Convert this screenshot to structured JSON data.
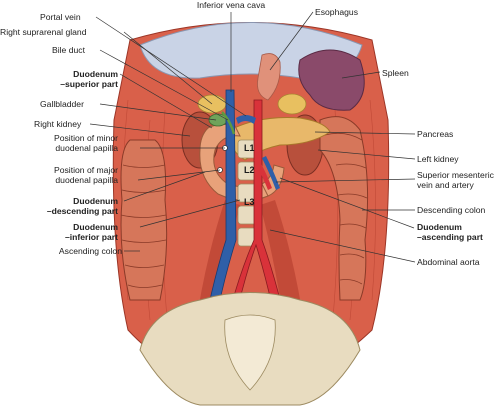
{
  "labels": {
    "inferior_vena_cava": "Inferior vena cava",
    "portal_vein": "Portal vein",
    "esophagus": "Esophagus",
    "right_suprarenal_gland": "Right suprarenal gland",
    "bile_duct": "Bile duct",
    "duodenum_superior_1": "Duodenum",
    "duodenum_superior_2": "–superior part",
    "spleen": "Spleen",
    "gallbladder": "Gallbladder",
    "right_kidney": "Right kidney",
    "minor_papilla_1": "Position of minor",
    "minor_papilla_2": "duodenal papilla",
    "pancreas": "Pancreas",
    "left_kidney": "Left kidney",
    "major_papilla_1": "Position of major",
    "major_papilla_2": "duodenal papilla",
    "sup_mesenteric_1": "Superior mesenteric",
    "sup_mesenteric_2": "vein and artery",
    "duodenum_descending_1": "Duodenum",
    "duodenum_descending_2": "–descending part",
    "descending_colon": "Descending colon",
    "duodenum_inferior_1": "Duodenum",
    "duodenum_inferior_2": "–inferior part",
    "duodenum_ascending_1": "Duodenum",
    "duodenum_ascending_2": "–ascending part",
    "ascending_colon": "Ascending colon",
    "abdominal_aorta": "Abdominal aorta"
  },
  "vertebra_labels": {
    "l1": "L1",
    "l2": "L2",
    "l3": "L3"
  },
  "colors": {
    "muscle": "#d9604a",
    "muscle_dark": "#b8412f",
    "diaphragm": "#c9d3e6",
    "bone": "#e8dcc0",
    "vein": "#2f5fa8",
    "artery": "#d9323a",
    "duodenum": "#e8a27a",
    "pancreas": "#e8b86a",
    "spleen": "#8a4a6a",
    "gallbladder": "#6fa35a",
    "colon": "#d6765a",
    "leader": "#333333"
  }
}
